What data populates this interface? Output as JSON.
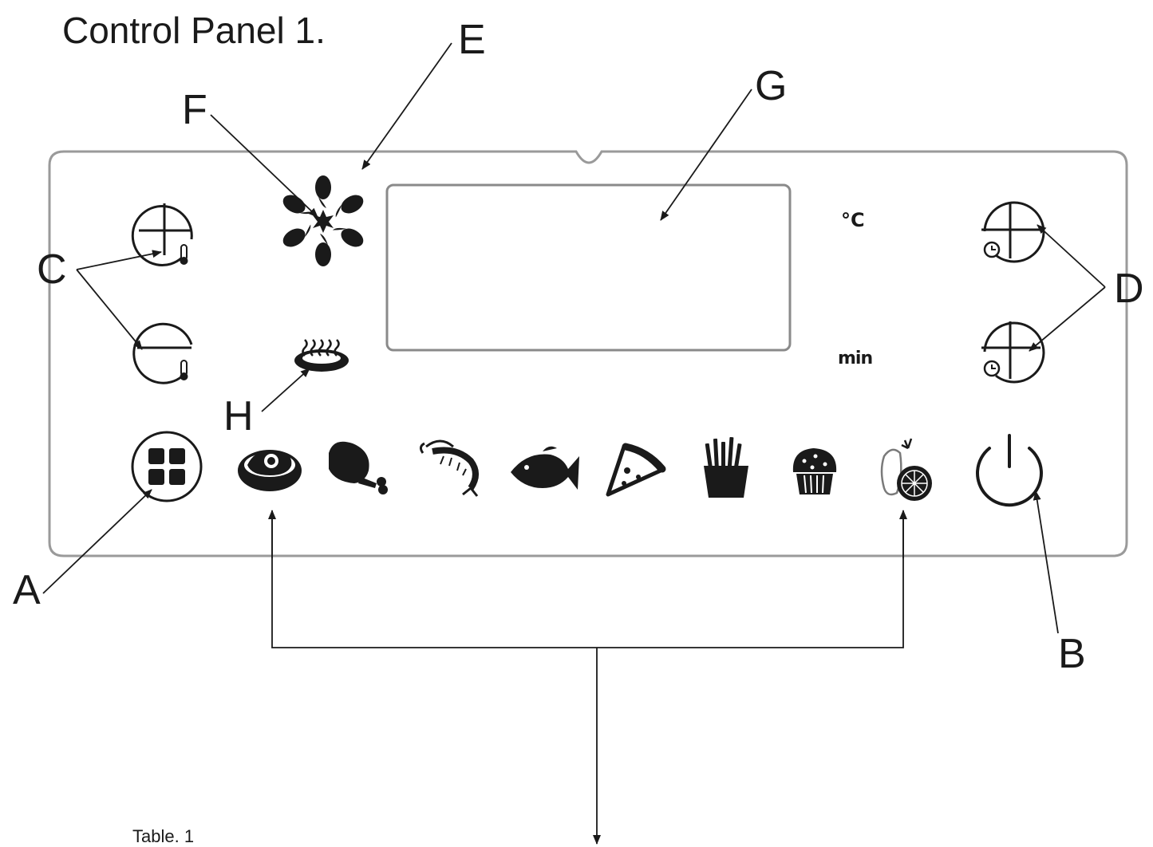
{
  "title": "Control Panel 1.",
  "labels": {
    "a": "A",
    "b": "B",
    "c": "C",
    "d": "D",
    "e": "E",
    "f": "F",
    "g": "G",
    "h": "H"
  },
  "units": {
    "temperature": "°C",
    "time": "min"
  },
  "table_caption": "Table. 1",
  "icons": [
    "temp-up-icon",
    "temp-down-icon",
    "fan-icon",
    "heating-element-icon",
    "steam-icon",
    "menu-grid-icon",
    "steak-icon",
    "chicken-leg-icon",
    "shrimp-icon",
    "fish-icon",
    "pizza-icon",
    "fries-icon",
    "muffin-icon",
    "vegetables-icon",
    "time-up-icon",
    "time-down-icon",
    "power-icon"
  ],
  "colors": {
    "ink": "#1a1a1a",
    "panel_border": "#9a9a9a",
    "display_border": "#8a8a8a"
  }
}
